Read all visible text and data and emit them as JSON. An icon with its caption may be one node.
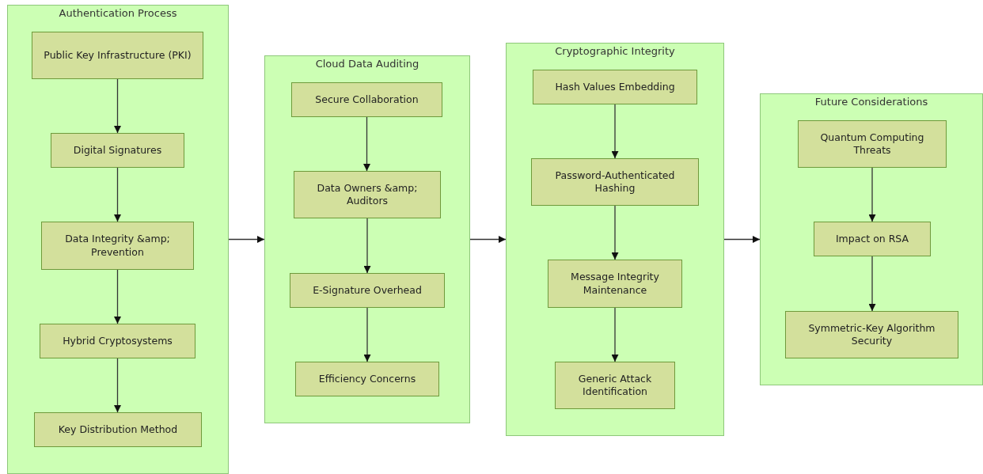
{
  "diagram": {
    "nodes": [
      {
        "text": [
          "Authentication Process"
        ]
      },
      {
        "text": [
          "Public Key Infrastructure (PKI)"
        ],
        "in": 0
      },
      {
        "text": [
          "Digital Signatures"
        ],
        "in": 0
      },
      {
        "text": [
          "Data Integrity &amp; Prevention"
        ],
        "in": 0
      },
      {
        "text": [
          "Hybrid Cryptosystems"
        ],
        "in": 0
      },
      {
        "text": [
          "Key Distribution Method"
        ],
        "in": 0
      },
      {
        "text": [
          "Cloud Data Auditing"
        ]
      },
      {
        "text": [
          "Secure Collaboration"
        ],
        "in": 6
      },
      {
        "text": [
          "Data Owners &amp; Auditors"
        ],
        "in": 6
      },
      {
        "text": [
          "E-Signature Overhead"
        ],
        "in": 6
      },
      {
        "text": [
          "Efficiency Concerns"
        ],
        "in": 6
      },
      {
        "text": [
          "Cryptographic Integrity"
        ]
      },
      {
        "text": [
          "Hash Values Embedding"
        ],
        "in": 11
      },
      {
        "text": [
          "Password-Authenticated Hashing"
        ],
        "in": 11
      },
      {
        "text": [
          "Message Integrity Maintenance"
        ],
        "in": 11
      },
      {
        "text": [
          "Generic Attack Identification"
        ],
        "in": 11
      },
      {
        "text": [
          "Future Considerations"
        ]
      },
      {
        "text": [
          "Quantum Computing Threats"
        ],
        "in": 16
      },
      {
        "text": [
          "Impact on RSA"
        ],
        "in": 16
      },
      {
        "text": [
          "Symmetric-Key Algorithm Security"
        ],
        "in": 16
      }
    ],
    "edges": [
      {
        "from": 1,
        "to": 2,
        "arrow": "to"
      },
      {
        "from": 2,
        "to": 3,
        "arrow": "to"
      },
      {
        "from": 3,
        "to": 4,
        "arrow": "to"
      },
      {
        "from": 4,
        "to": 5,
        "arrow": "to"
      },
      {
        "from": 7,
        "to": 8,
        "arrow": "to"
      },
      {
        "from": 8,
        "to": 9,
        "arrow": "to"
      },
      {
        "from": 9,
        "to": 10,
        "arrow": "to"
      },
      {
        "from": 12,
        "to": 13,
        "arrow": "to"
      },
      {
        "from": 13,
        "to": 14,
        "arrow": "to"
      },
      {
        "from": 14,
        "to": 15,
        "arrow": "to"
      },
      {
        "from": 17,
        "to": 18,
        "arrow": "to"
      },
      {
        "from": 18,
        "to": 19,
        "arrow": "to"
      },
      {
        "from": 0,
        "to": 6,
        "arrow": "to"
      },
      {
        "from": 6,
        "to": 11,
        "arrow": "to"
      },
      {
        "from": 11,
        "to": 16,
        "arrow": "to"
      }
    ]
  }
}
